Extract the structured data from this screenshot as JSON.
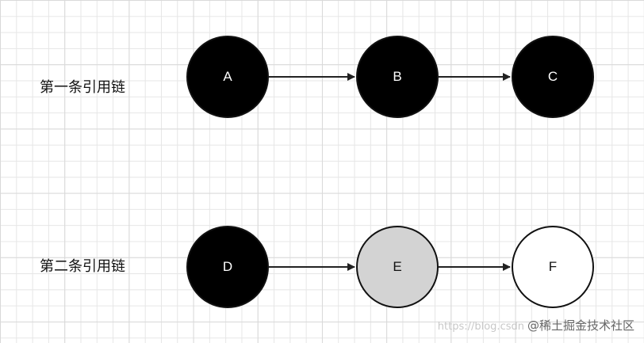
{
  "chains": [
    {
      "label": "第一条引用链",
      "nodes": [
        {
          "label": "A",
          "fill": "#000000"
        },
        {
          "label": "B",
          "fill": "#000000"
        },
        {
          "label": "C",
          "fill": "#000000"
        }
      ]
    },
    {
      "label": "第二条引用链",
      "nodes": [
        {
          "label": "D",
          "fill": "#000000"
        },
        {
          "label": "E",
          "fill": "#d3d3d3"
        },
        {
          "label": "F",
          "fill": "#ffffff"
        }
      ]
    }
  ],
  "watermark": {
    "faint_text": "https://blog.csdn",
    "text": "@稀土掘金技术社区"
  }
}
